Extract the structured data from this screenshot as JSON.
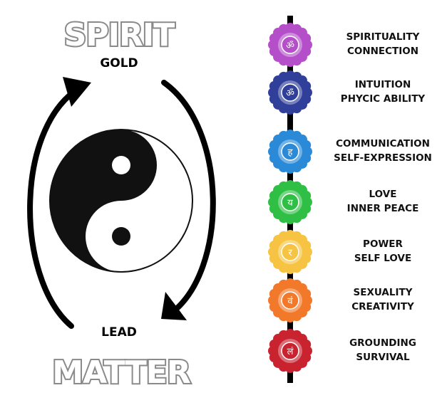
{
  "top": {
    "title": "SPIRIT",
    "subtitle": "GOLD"
  },
  "bottom": {
    "subtitle": "LEAD",
    "title": "MATTER"
  },
  "chakras": [
    {
      "line1": "SPIRITUALITY",
      "line2": "CONNECTION",
      "color": "#b44fc9",
      "glyph": "ॐ"
    },
    {
      "line1": "INTUITION",
      "line2": "PHYCIC ABILITY",
      "color": "#2f3f9a",
      "glyph": "ॐ"
    },
    {
      "line1": "COMMUNICATION",
      "line2": "SELF-EXPRESSION",
      "color": "#2a8ad8",
      "glyph": "ह"
    },
    {
      "line1": "LOVE",
      "line2": "INNER PEACE",
      "color": "#2fbf45",
      "glyph": "य"
    },
    {
      "line1": "POWER",
      "line2": "SELF LOVE",
      "color": "#f6c442",
      "glyph": "र"
    },
    {
      "line1": "SEXUALITY",
      "line2": "CREATIVITY",
      "color": "#f2782a",
      "glyph": "वं"
    },
    {
      "line1": "GROUNDING",
      "line2": "SURVIVAL",
      "color": "#c8232f",
      "glyph": "लं"
    }
  ]
}
